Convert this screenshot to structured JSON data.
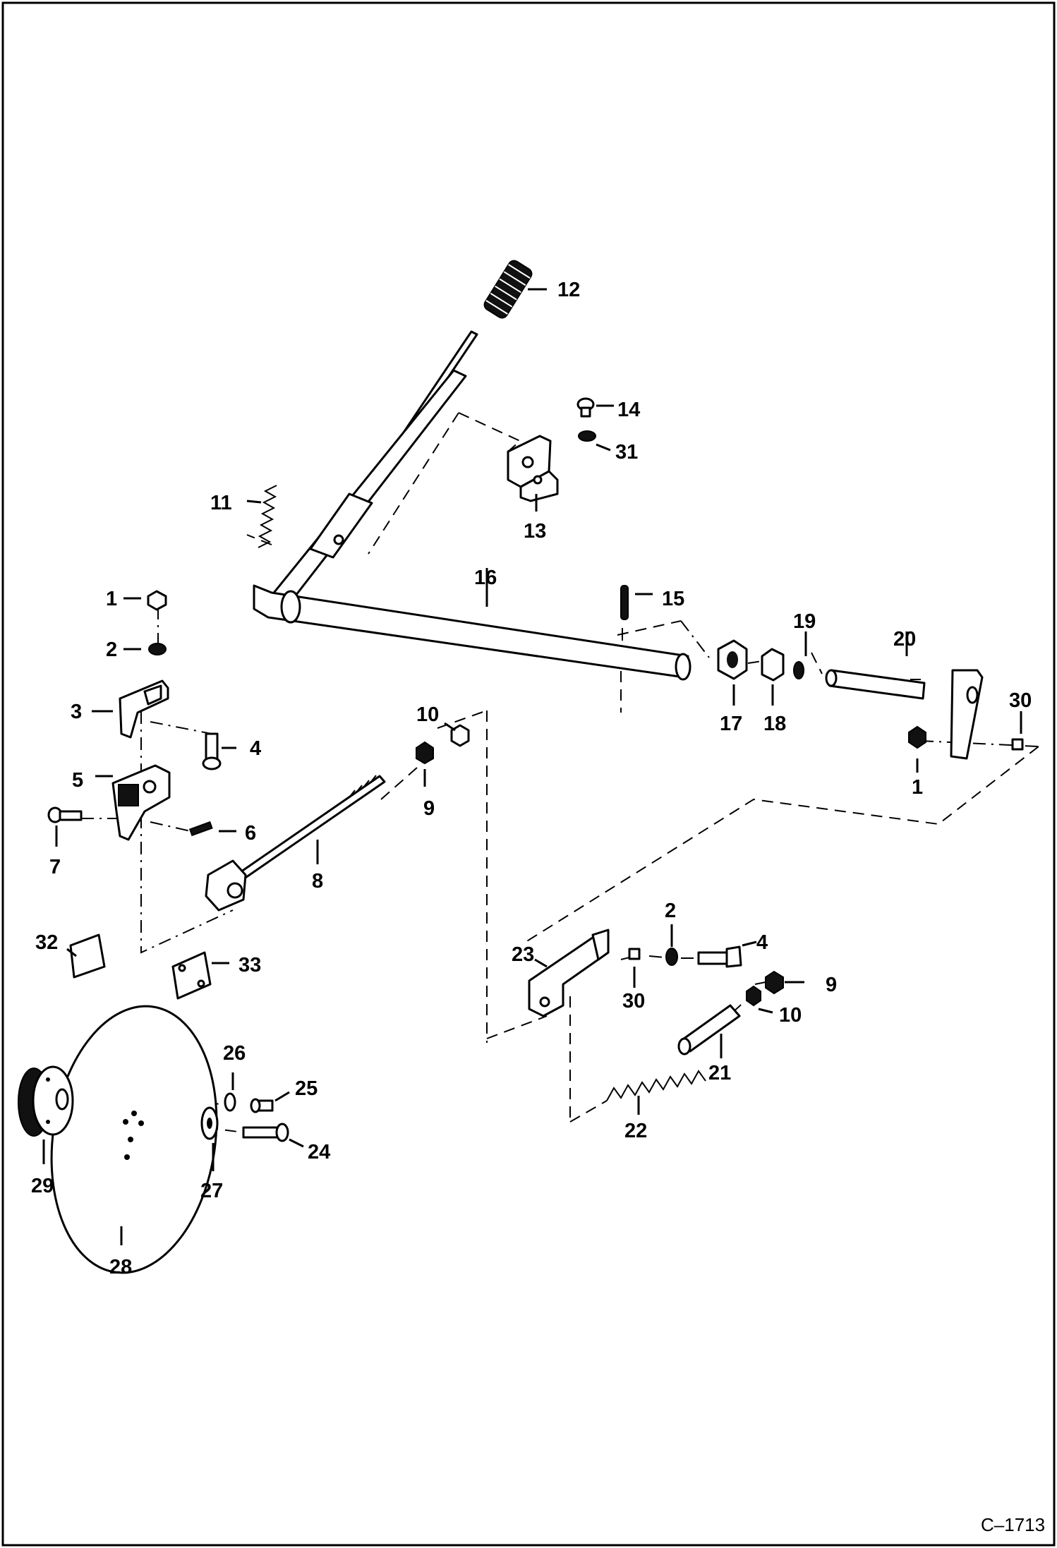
{
  "figure_code": "C–1713",
  "callouts": {
    "c1a": "1",
    "c1b": "1",
    "c2a": "2",
    "c2b": "2",
    "c3": "3",
    "c4a": "4",
    "c4b": "4",
    "c5": "5",
    "c6": "6",
    "c7": "7",
    "c8": "8",
    "c9a": "9",
    "c9b": "9",
    "c10a": "10",
    "c10b": "10",
    "c11": "11",
    "c12": "12",
    "c13": "13",
    "c14": "14",
    "c15": "15",
    "c16": "16",
    "c17": "17",
    "c18": "18",
    "c19": "19",
    "c20": "20",
    "c21": "21",
    "c22": "22",
    "c23": "23",
    "c24": "24",
    "c25": "25",
    "c26": "26",
    "c27": "27",
    "c28": "28",
    "c29": "29",
    "c30a": "30",
    "c30b": "30",
    "c31": "31",
    "c32": "32",
    "c33": "33"
  }
}
